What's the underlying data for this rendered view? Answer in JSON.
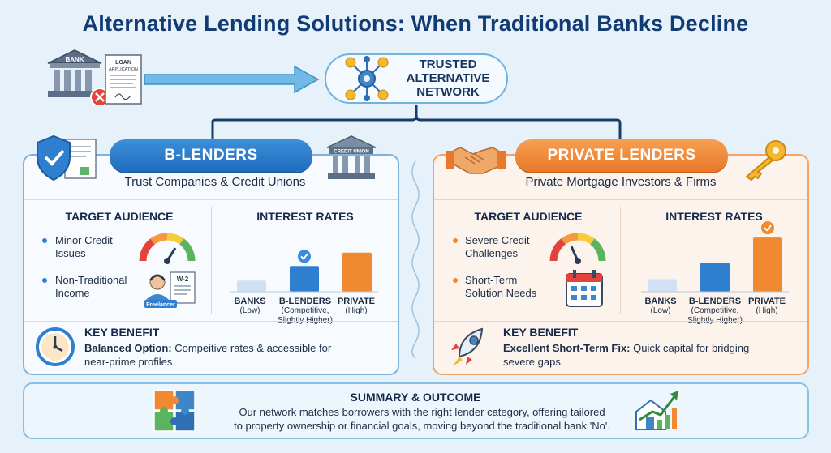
{
  "title": "Alternative Lending Solutions: When Traditional Banks Decline",
  "top": {
    "bank_label": "BANK",
    "loan_label": "LOAN APPLICATION",
    "network_line1": "TRUSTED",
    "network_line2": "ALTERNATIVE",
    "network_line3": "NETWORK"
  },
  "left_panel": {
    "pill": "B-LENDERS",
    "credit_union_label": "CREDIT UNION",
    "subtitle": "Trust Companies & Credit Unions",
    "target_title": "TARGET AUDIENCE",
    "bullets": [
      {
        "line1": "Minor Credit",
        "line2": "Issues"
      },
      {
        "line1": "Non-Traditional",
        "line2": "Income"
      }
    ],
    "w2_label": "W-2",
    "freelancer_label": "Freelancer",
    "rates_title": "INTEREST RATES",
    "bars": [
      {
        "label": "BANKS",
        "sub1": "(Low)",
        "sub2": ""
      },
      {
        "label": "B-LENDERS",
        "sub1": "(Competitive,",
        "sub2": "Slightly Higher)"
      },
      {
        "label": "PRIVATE",
        "sub1": "(High)",
        "sub2": ""
      }
    ],
    "benefit_title": "KEY BENEFIT",
    "benefit_bold": "Balanced Option:",
    "benefit_line1": " Compeitive rates & accessible for",
    "benefit_line2": "near-prime profiles."
  },
  "right_panel": {
    "pill": "PRIVATE LENDERS",
    "subtitle": "Private Mortgage Investors & Firms",
    "target_title": "TARGET AUDIENCE",
    "bullets": [
      {
        "line1": "Severe Credit",
        "line2": "Challenges"
      },
      {
        "line1": "Short-Term",
        "line2": "Solution Needs"
      }
    ],
    "rates_title": "INTEREST RATES",
    "bars": [
      {
        "label": "BANKS",
        "sub1": "(Low)",
        "sub2": ""
      },
      {
        "label": "B-LENDERS",
        "sub1": "(Competitive,",
        "sub2": "Slightly Higher)"
      },
      {
        "label": "PRIVATE",
        "sub1": "(High)",
        "sub2": ""
      }
    ],
    "benefit_title": "KEY BENEFIT",
    "benefit_bold": "Excellent Short-Term Fix:",
    "benefit_line1": " Quick capital for bridging",
    "benefit_line2": "severe gaps."
  },
  "summary": {
    "title": "SUMMARY & OUTCOME",
    "line1": "Our network matches borrowers with the right lender category, offering tailored",
    "line2": "to property ownership or financial goals, moving beyond the traditional bank 'No'."
  },
  "chart_data": [
    {
      "type": "bar",
      "categories": [
        "BANKS",
        "B-LENDERS",
        "PRIVATE"
      ],
      "values": [
        1,
        2.3,
        3.5
      ],
      "highlighted": "B-LENDERS",
      "colors": [
        "#cfe1f2",
        "#2f7fd0",
        "#f0892f"
      ]
    },
    {
      "type": "bar",
      "categories": [
        "BANKS",
        "B-LENDERS",
        "PRIVATE"
      ],
      "values": [
        1,
        2.3,
        4.3
      ],
      "highlighted": "PRIVATE",
      "colors": [
        "#cfe1f2",
        "#2f7fd0",
        "#f0892f"
      ]
    }
  ],
  "colors": {
    "title": "#123a73",
    "blue_accent": "#2f7fd0",
    "orange_accent": "#f0892f",
    "positive_check": "#3a8be0"
  }
}
